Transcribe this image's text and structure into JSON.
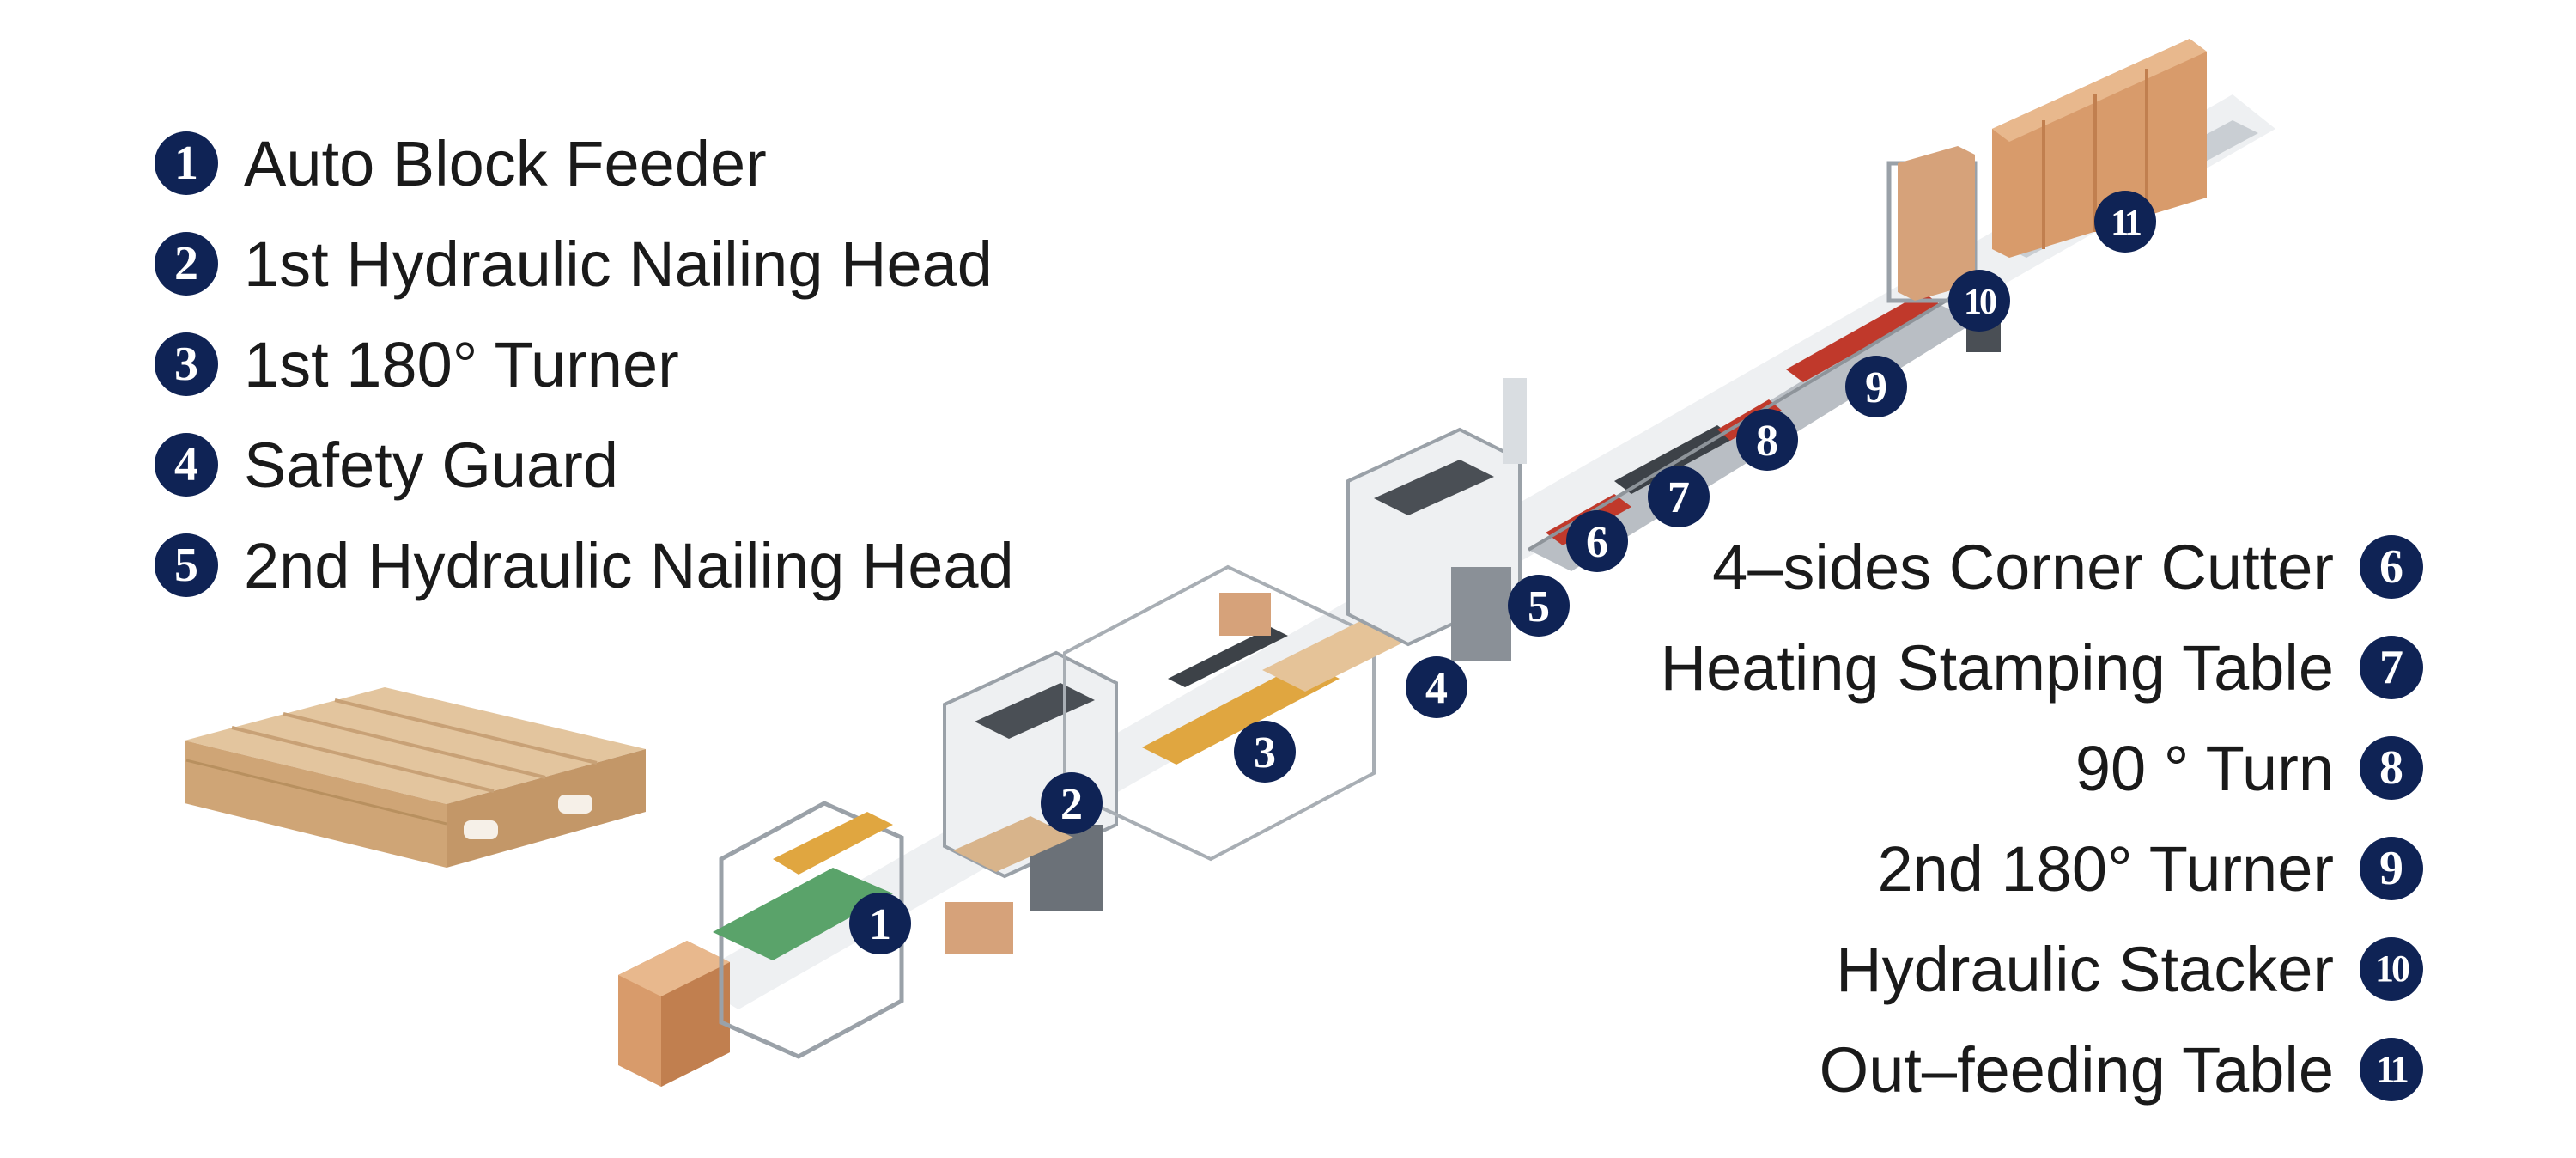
{
  "legend_left": [
    {
      "number": "1",
      "label": "Auto Block Feeder"
    },
    {
      "number": "2",
      "label": "1st Hydraulic Nailing Head"
    },
    {
      "number": "3",
      "label": "1st 180°  Turner"
    },
    {
      "number": "4",
      "label": "Safety Guard"
    },
    {
      "number": "5",
      "label": "2nd Hydraulic Nailing Head"
    }
  ],
  "legend_right": [
    {
      "number": "6",
      "label": "4–sides Corner Cutter"
    },
    {
      "number": "7",
      "label": "Heating Stamping Table"
    },
    {
      "number": "8",
      "label": "90 °   Turn"
    },
    {
      "number": "9",
      "label": "2nd 180°  Turner"
    },
    {
      "number": "10",
      "label": "Hydraulic Stacker"
    },
    {
      "number": "11",
      "label": "Out–feeding Table"
    }
  ],
  "diagram_markers": [
    "1",
    "2",
    "3",
    "4",
    "5",
    "6",
    "7",
    "8",
    "9",
    "10",
    "11"
  ],
  "colors": {
    "badge": "#0f2355",
    "badge_text": "#ffffff",
    "wood": "#d9b48a",
    "machine_frame": "#b9bec4",
    "conveyor_red": "#c0392b",
    "conveyor_green": "#5aa36a",
    "text": "#1a1a1a"
  }
}
